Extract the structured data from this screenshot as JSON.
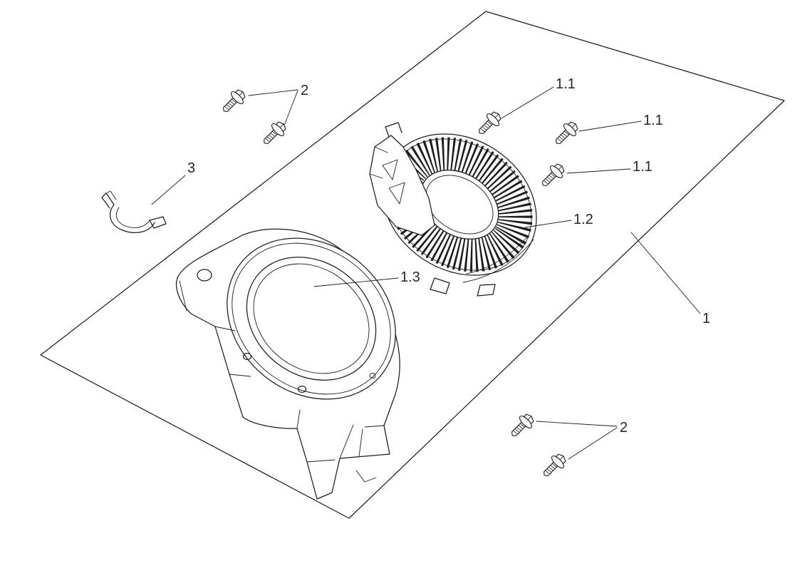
{
  "diagram": {
    "type": "exploded-parts-drawing",
    "background": "#ffffff",
    "line_color": "#1d1d1d",
    "label_color": "#262626"
  },
  "labels": [
    "2",
    "1.1",
    "1.1",
    "1.1",
    "3",
    "1.2",
    "1.3",
    "1",
    "2"
  ]
}
